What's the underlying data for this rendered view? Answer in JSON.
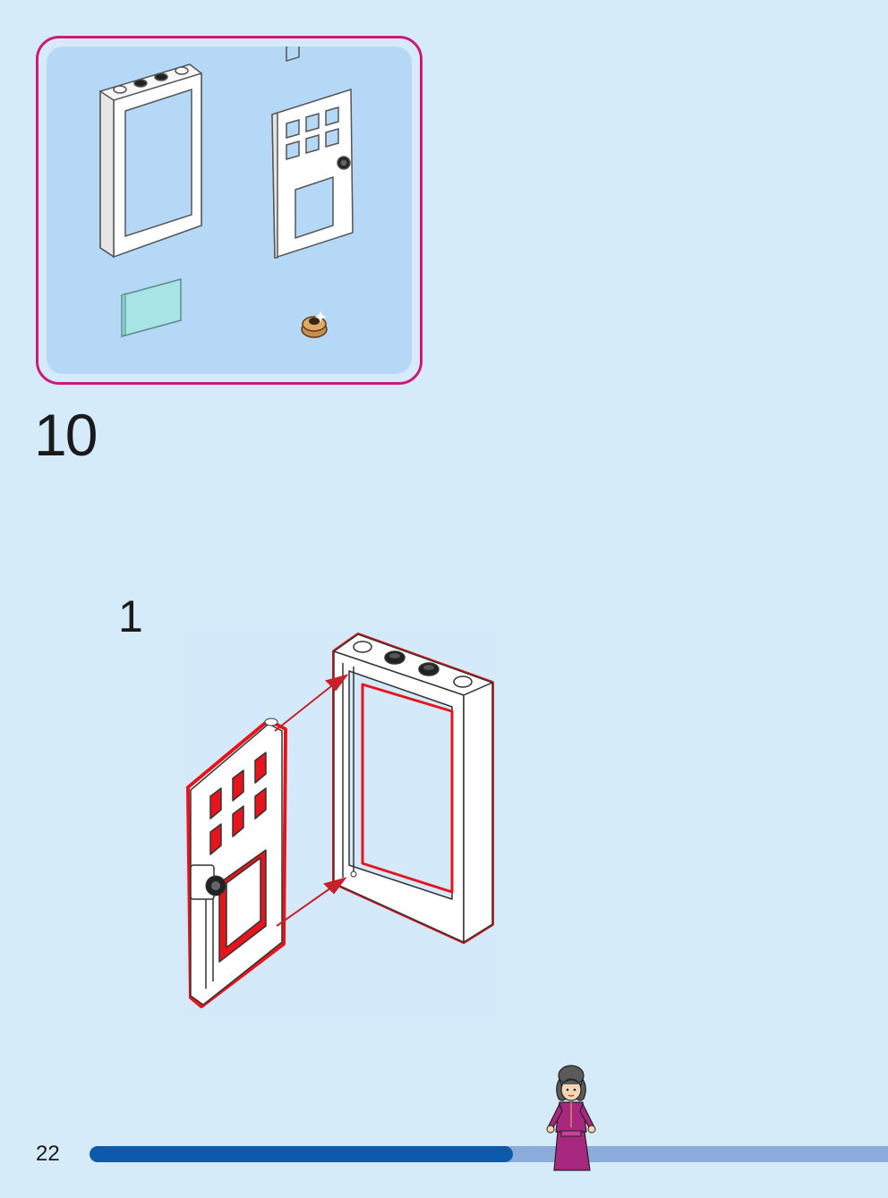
{
  "step": {
    "number": "10",
    "sub_step": "1"
  },
  "parts": [
    {
      "name": "door-frame"
    },
    {
      "name": "door-with-windows"
    },
    {
      "name": "transparent-light-blue-pane"
    },
    {
      "name": "round-tile-brown"
    }
  ],
  "page": {
    "number": "22"
  },
  "progress": {
    "fraction": 0.53
  },
  "colors": {
    "background": "#d6ebfa",
    "parts_box_border": "#d0177a",
    "parts_box_fill": "#b5d8f6",
    "highlight": "#e8141c",
    "progress_done": "#0d5aac",
    "progress_remaining": "#8cacdc"
  }
}
